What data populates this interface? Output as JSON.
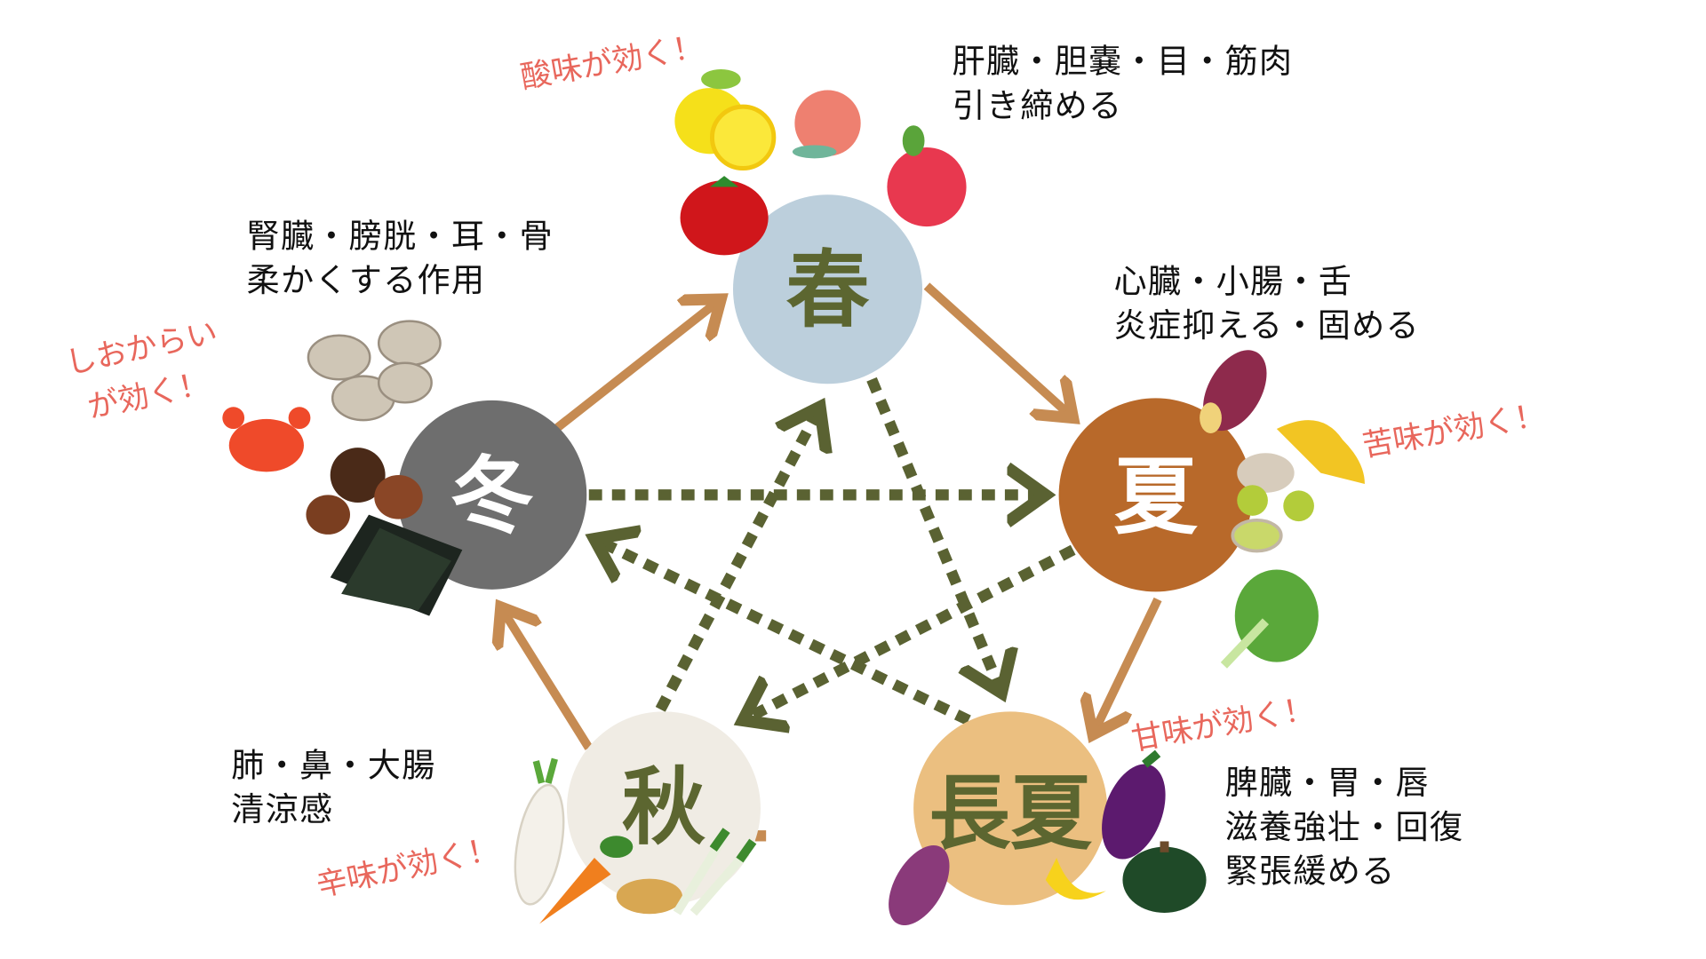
{
  "seasons": {
    "spring": {
      "label": "春",
      "color": "#bccfdc",
      "text_color": "#5c6630",
      "organs": "肝臓・胆嚢・目・筋肉",
      "effect": "引き締める",
      "taste": "酸味が効く！"
    },
    "summer": {
      "label": "夏",
      "color": "#b8692a",
      "text_color": "#ffffff",
      "organs": "心臓・小腸・舌",
      "effect": "炎症抑える・固める",
      "taste": "苦味が効く！"
    },
    "late_summer": {
      "label": "長夏",
      "color": "#ebbf80",
      "text_color": "#5c6630",
      "organs": "脾臓・胃・唇",
      "effect": "滋養強壮・回復",
      "effect2": "緊張緩める",
      "taste": "甘味が効く！"
    },
    "autumn": {
      "label": "秋",
      "color": "#f0ece4",
      "text_color": "#5c6630",
      "organs": "肺・鼻・大腸",
      "effect": "清涼感",
      "taste": "辛味が効く！"
    },
    "winter": {
      "label": "冬",
      "color": "#6e6e6e",
      "text_color": "#ffffff",
      "organs": "腎臓・膀胱・耳・骨",
      "effect": "柔かくする作用",
      "taste_line1": "しおからい",
      "taste_line2": "が効く！"
    }
  },
  "colors": {
    "generating_arrow": "#c68b52",
    "controlling_arrow": "#5a6232",
    "taste_text": "#e8675c"
  },
  "icons": [
    "lemon-icon",
    "peach-icon",
    "apple-icon",
    "tomato-icon",
    "clam-icon",
    "crab-icon",
    "chestnut-icon",
    "seaweed-icon",
    "myoga-icon",
    "ginkgo-icon",
    "lettuce-icon",
    "eggplant-icon",
    "pumpkin-icon",
    "banana-icon",
    "sweet-potato-icon",
    "daikon-icon",
    "carrot-icon",
    "ginger-icon",
    "green-onion-icon"
  ]
}
